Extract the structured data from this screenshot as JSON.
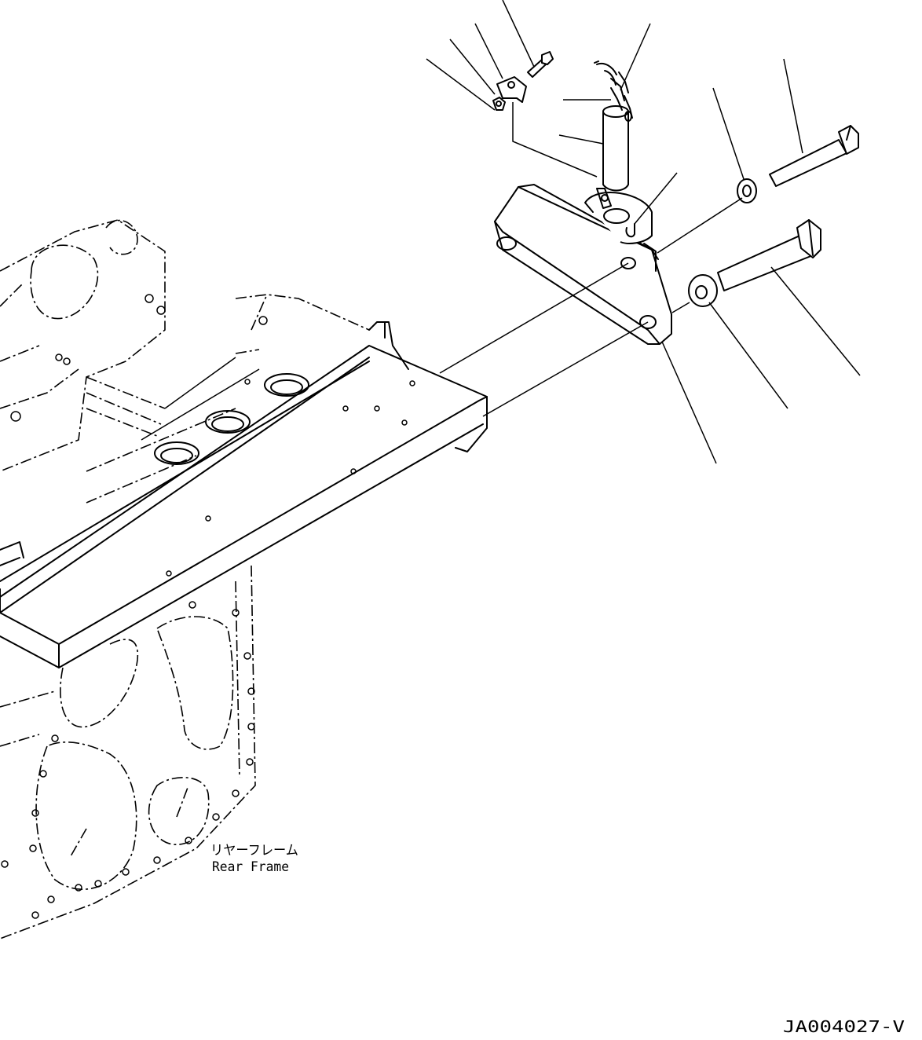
{
  "labels": {
    "rear_frame_jp": "リヤーフレーム",
    "rear_frame_en": "Rear Frame",
    "drawing_number": "JA004027-V"
  }
}
